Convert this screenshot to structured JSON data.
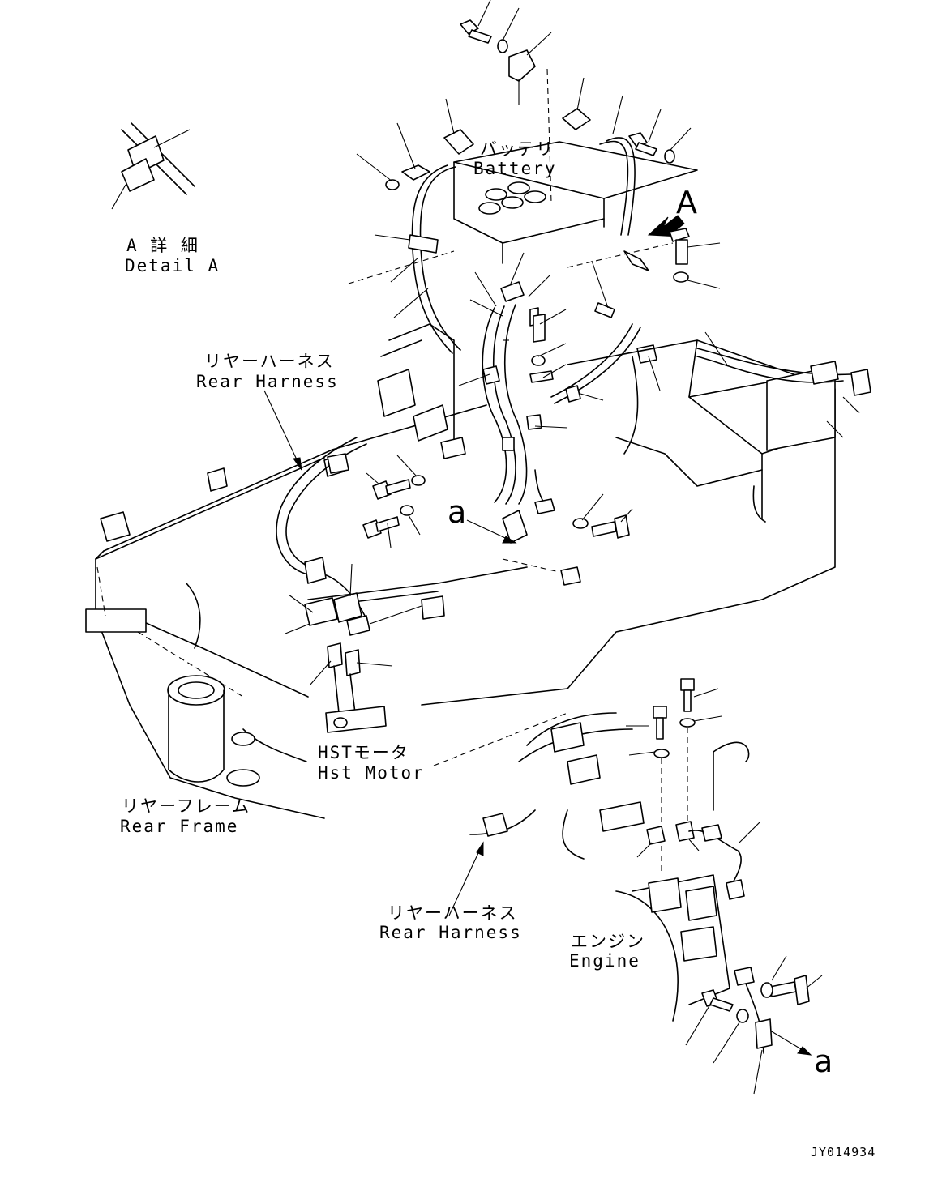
{
  "labels": {
    "battery_jp": "バッテリ",
    "battery_en": "Battery",
    "detail_jp": "A 詳 細",
    "detail_en": "Detail A",
    "view_a": "A",
    "rear_harness_jp_top": "リヤーハーネス",
    "rear_harness_en_top": "Rear Harness",
    "hst_motor_jp": "HSTモータ",
    "hst_motor_en": "Hst Motor",
    "rear_frame_jp": "リヤーフレーム",
    "rear_frame_en": "Rear Frame",
    "rear_harness_jp_bottom": "リヤーハーネス",
    "rear_harness_en_bottom": "Rear Harness",
    "engine_jp": "エンジン",
    "engine_en": "Engine",
    "ref_a_left": "a",
    "ref_a_right": "a",
    "drawing_code": "JY014934"
  }
}
